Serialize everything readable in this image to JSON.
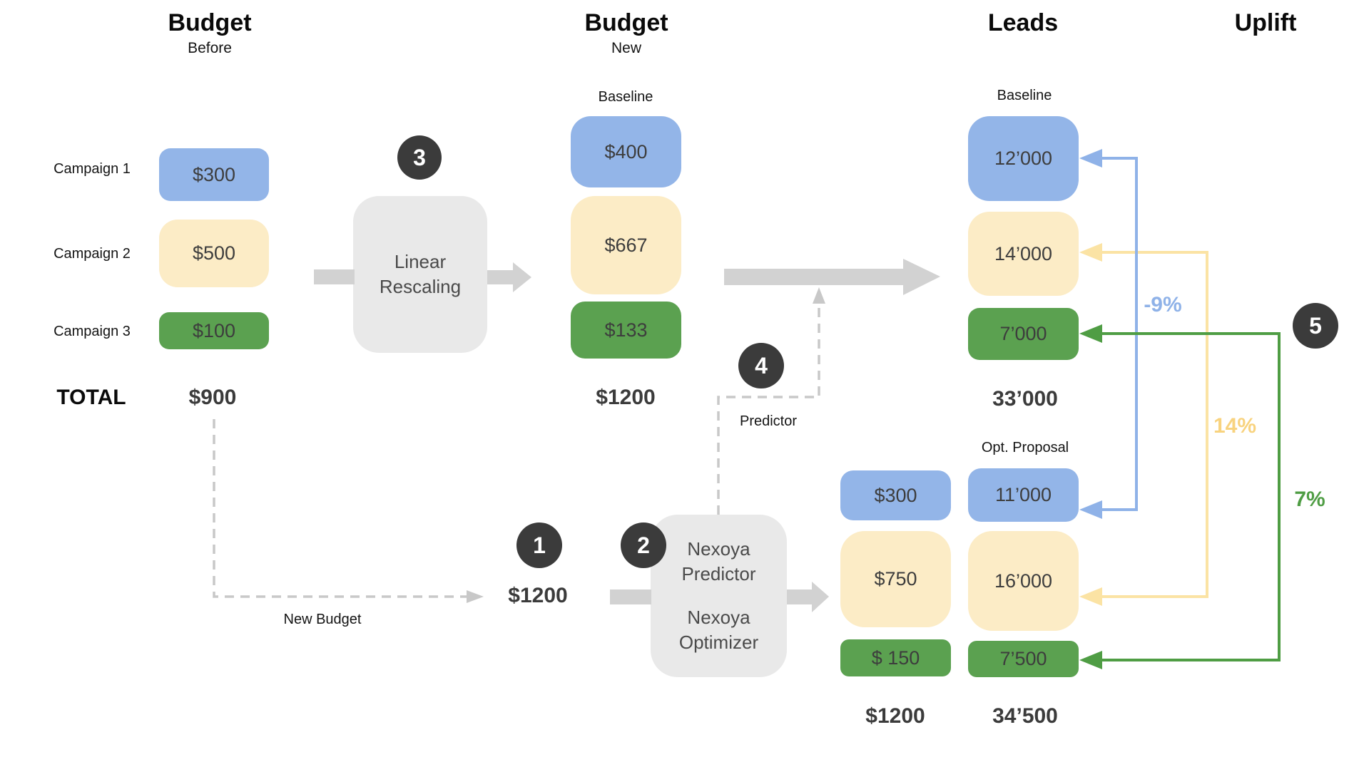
{
  "headers": {
    "budget_before": {
      "title": "Budget",
      "subtitle": "Before"
    },
    "budget_new": {
      "title": "Budget",
      "subtitle": "New"
    },
    "leads": {
      "title": "Leads"
    },
    "uplift": {
      "title": "Uplift"
    }
  },
  "row_labels": {
    "campaigns": [
      "Campaign 1",
      "Campaign 2",
      "Campaign 3"
    ],
    "total": "TOTAL"
  },
  "budget_before": {
    "values": [
      "$300",
      "$500",
      "$100"
    ],
    "total": "$900"
  },
  "budget_new": {
    "group_label": "Baseline",
    "values": [
      "$400",
      "$667",
      "$133"
    ],
    "total": "$1200"
  },
  "budget_proposal": {
    "values": [
      "$300",
      "$750",
      "$ 150"
    ],
    "total": "$1200"
  },
  "leads_baseline": {
    "group_label": "Baseline",
    "values": [
      "12’000",
      "14’000",
      "7’000"
    ],
    "total": "33’000"
  },
  "leads_proposal": {
    "group_label": "Opt. Proposal",
    "values": [
      "11’000",
      "16’000",
      "7’500"
    ],
    "total": "34’500"
  },
  "process_nodes": {
    "linear_rescaling": "Linear\nRescaling",
    "nexoya_predictor": "Nexoya\nPredictor",
    "nexoya_optimizer": "Nexoya\nOptimizer"
  },
  "flow_labels": {
    "new_budget": "New Budget",
    "new_budget_total": "$1200",
    "predictor": "Predictor"
  },
  "step_badges": [
    "1",
    "2",
    "3",
    "4",
    "5"
  ],
  "uplift_values": [
    {
      "campaign": "Campaign 1",
      "value": "-9%",
      "color": "#8fb2e8"
    },
    {
      "campaign": "Campaign 2",
      "value": "14%",
      "color": "#f8d37f"
    },
    {
      "campaign": "Campaign 3",
      "value": "7%",
      "color": "#4f9d44"
    }
  ],
  "palette": {
    "campaign1_blue": "#93b5e8",
    "campaign2_yellow": "#fcecc6",
    "campaign3_green": "#5ba150",
    "yellow_connector": "#fbe3a4",
    "green_connector": "#4f9d44",
    "blue_connector": "#8fb2e8",
    "process_gray": "#e9e9e9",
    "arrow_gray": "#d2d2d2",
    "dash_gray": "#c8c8c8",
    "badge_dark": "#3b3b3b",
    "text_dark": "#3d3d3d"
  }
}
